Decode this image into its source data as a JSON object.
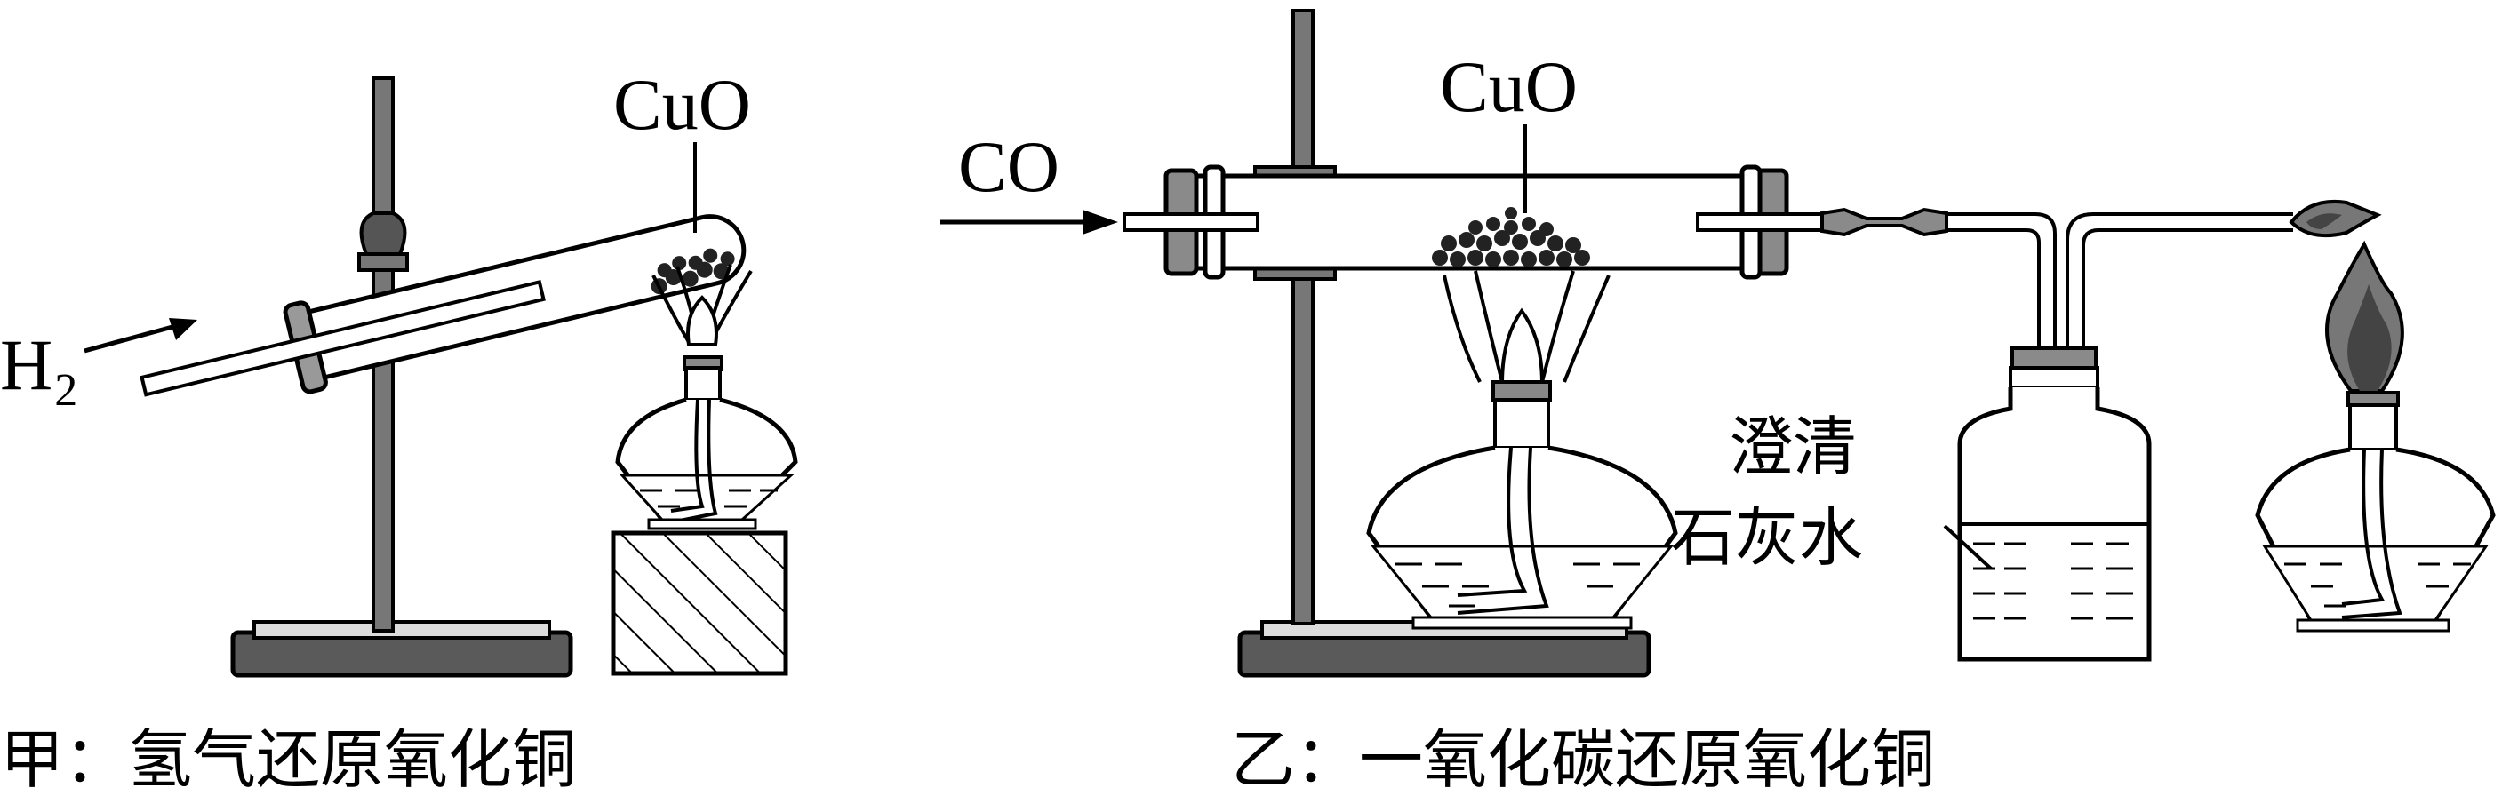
{
  "left_apparatus": {
    "gas_label": "H",
    "gas_subscript": "2",
    "reagent_label": "CuO",
    "caption": "甲：氢气还原氧化铜"
  },
  "right_apparatus": {
    "gas_label": "CO",
    "reagent_label": "CuO",
    "bottle_label_line1": "澄清",
    "bottle_label_line2": "石灰水",
    "caption": "乙：一氧化碳还原氧化铜"
  },
  "colors": {
    "stroke": "#000000",
    "metal": "#5a5a5a",
    "stopper": "#8a8a8a",
    "flame_dark": "#444444",
    "flame_mid": "#777777"
  }
}
